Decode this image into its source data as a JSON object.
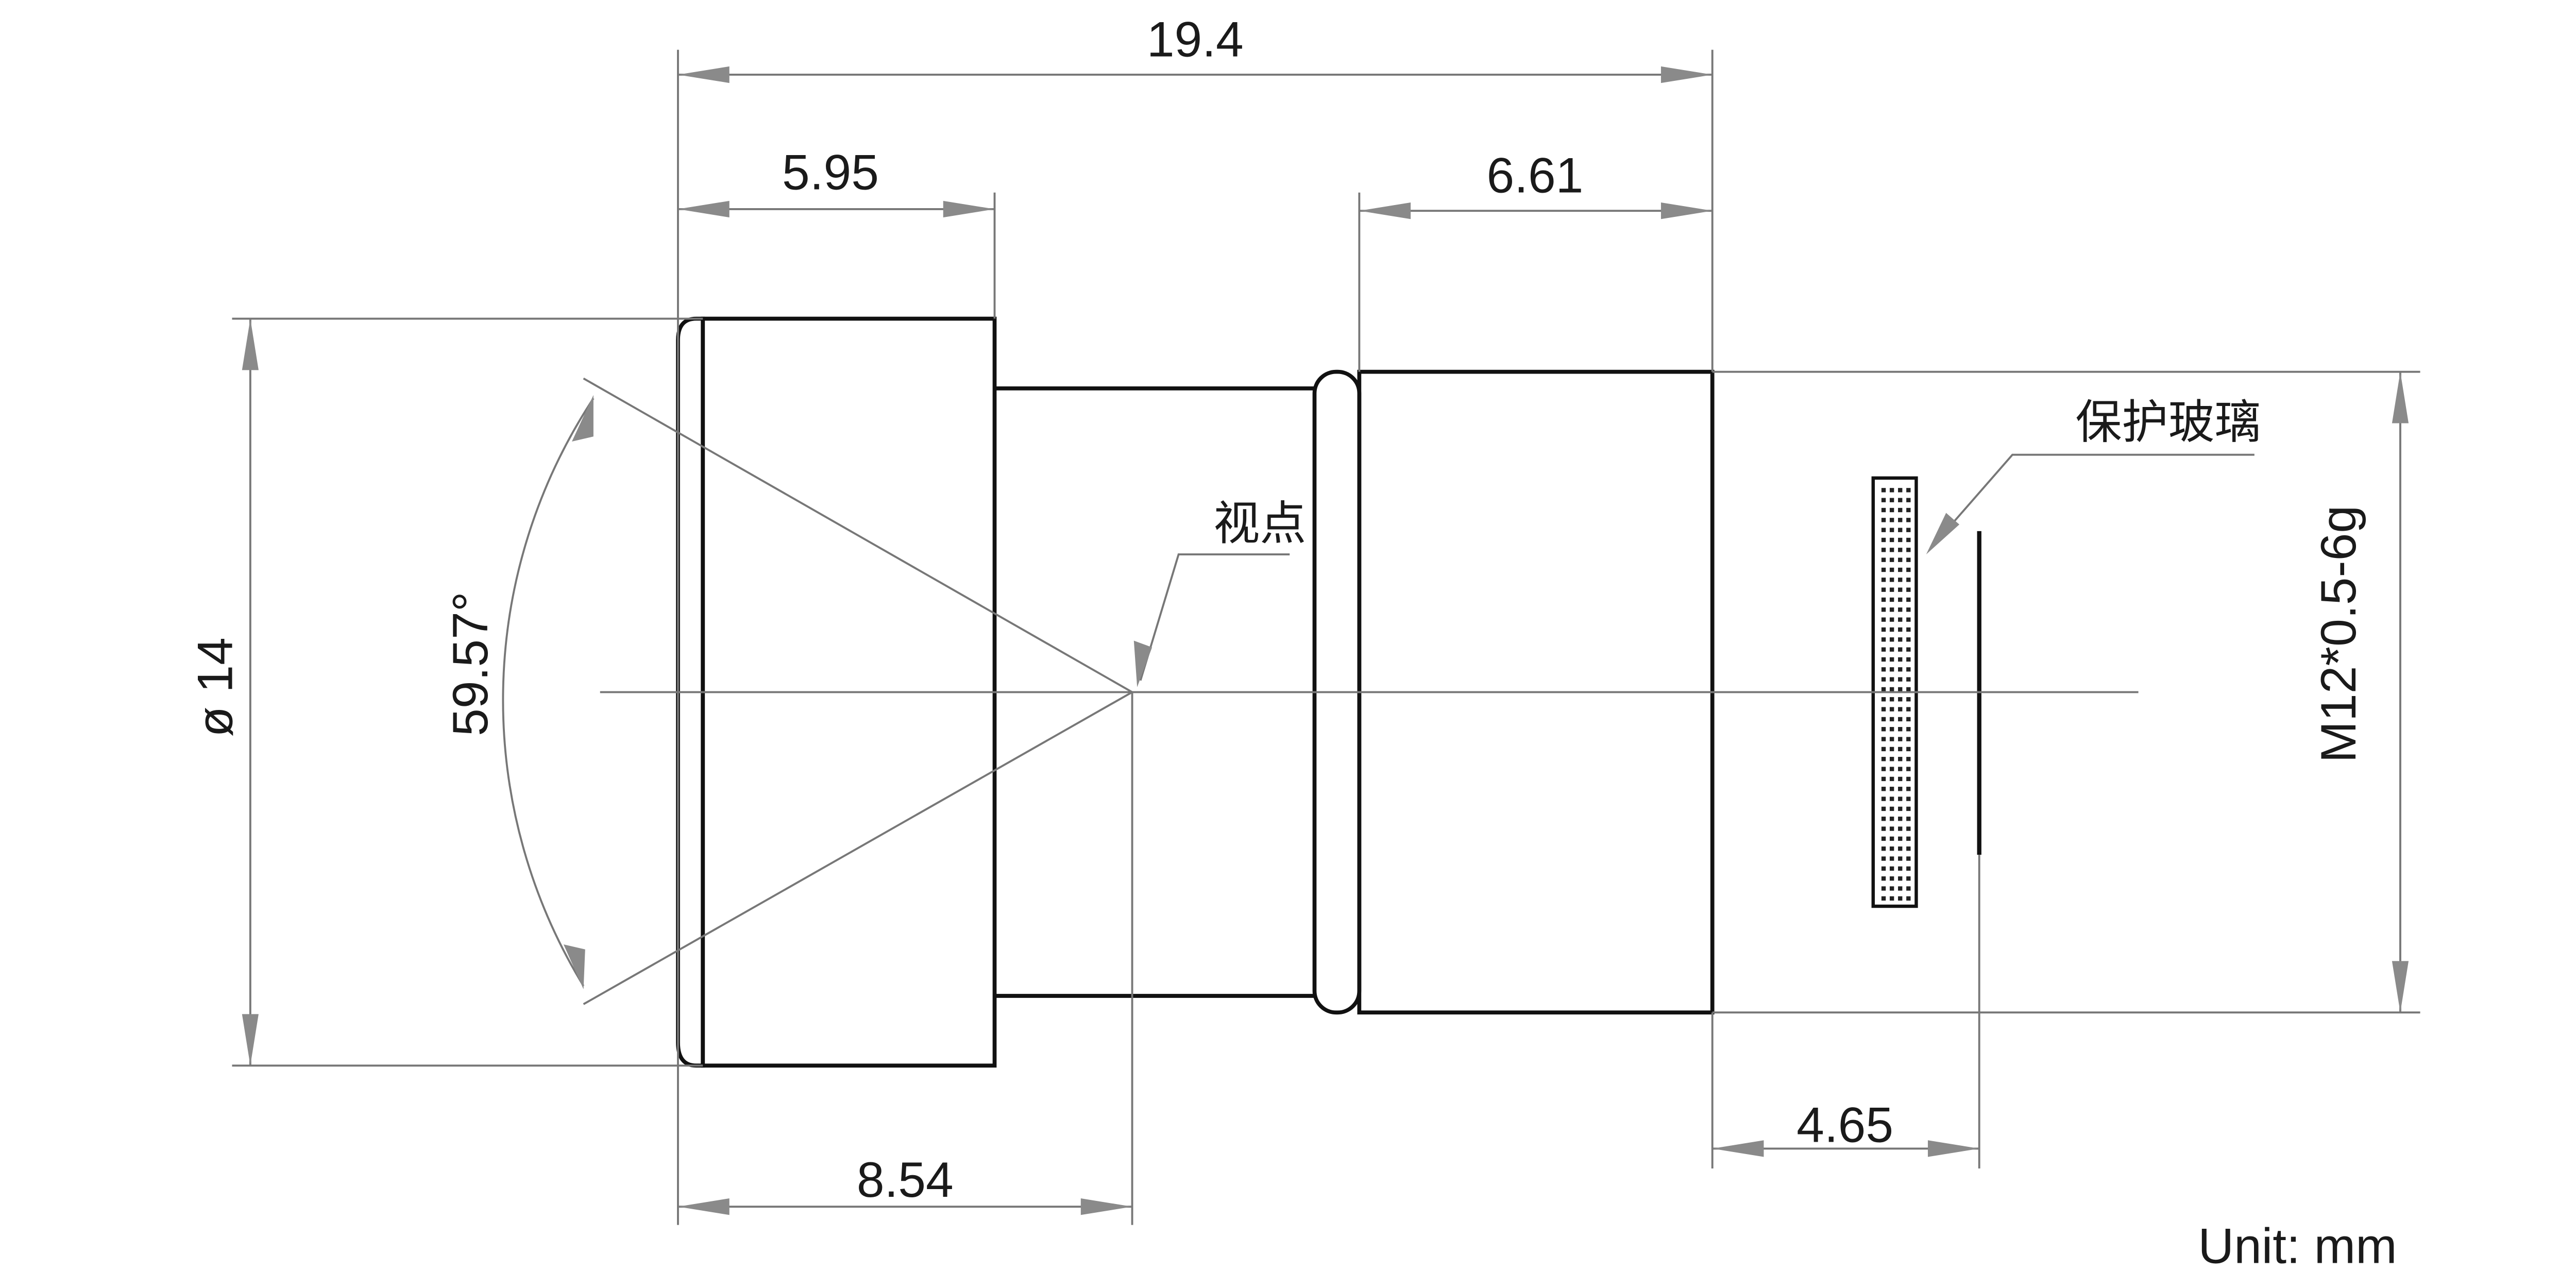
{
  "dimensions": {
    "overall_length": "19.4",
    "front_barrel_length": "5.95",
    "rear_barrel_length": "6.61",
    "diameter": "ø 14",
    "view_angle": "59.57°",
    "viewpoint_distance": "8.54",
    "back_focal": "4.65",
    "thread": "M12*0.5-6g"
  },
  "labels": {
    "viewpoint": "视点",
    "protective_glass": "保护玻璃",
    "unit": "Unit: mm"
  }
}
